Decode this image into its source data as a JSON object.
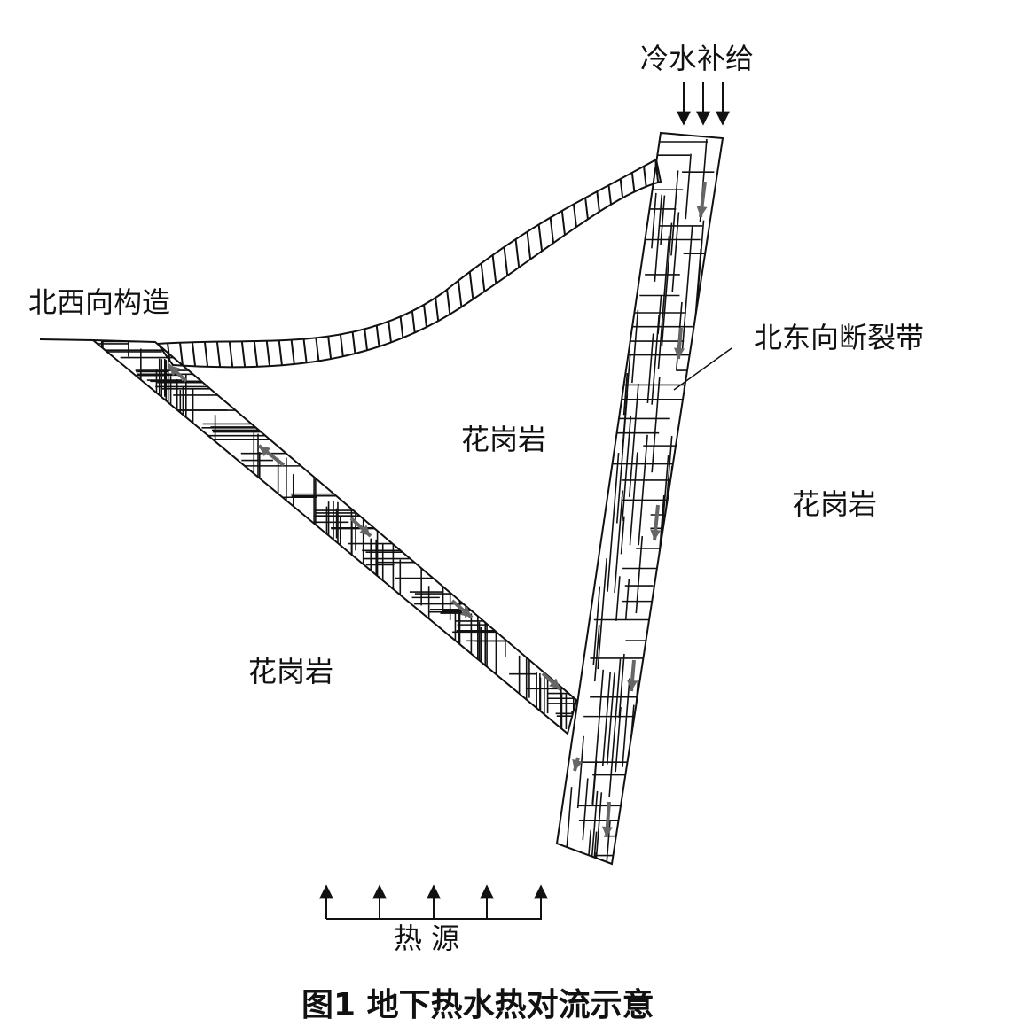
{
  "labels": {
    "cold_water_recharge": "冷水补给",
    "nw_structure": "北西向构造",
    "ne_fault_zone": "北东向断裂带",
    "granite_center": "花岗岩",
    "granite_right": "花岗岩",
    "granite_left": "花岗岩",
    "heat_source": "热 源"
  },
  "caption": "图1  地下热水热对流示意",
  "colors": {
    "line": "#111111",
    "flow_arrow": "#666666"
  }
}
